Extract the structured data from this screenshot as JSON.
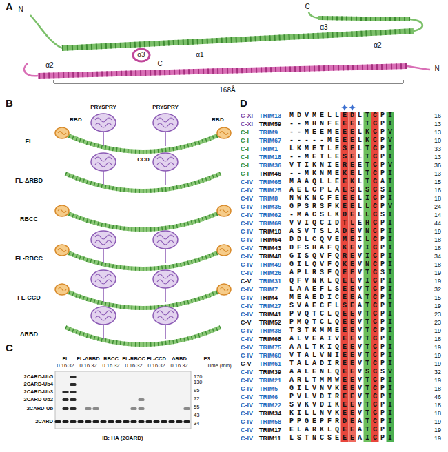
{
  "diagram": {
    "labels": [
      "A",
      "N",
      "C",
      "α3",
      "α2",
      "α3",
      "α1",
      "C",
      "α2",
      "N",
      "168Å",
      "B",
      "PRYSPRY",
      "RBD",
      "PRYSPRY",
      "RBD",
      "CCD",
      "FL",
      "FL-ΔRBD",
      "RBCC",
      "FL-RBCC",
      "FL-CCD",
      "ΔRBD",
      "C",
      "FL",
      "FL-ΔRBD",
      "RBCC",
      "FL-RBCC",
      "FL-CCD",
      "ΔRBD",
      "E3",
      "0 16 32",
      "0 16 32",
      "0 16 32",
      "0 16 32",
      "0 16 32",
      "0 16 32",
      "Time (min)",
      "170",
      "130",
      "95",
      "72",
      "55",
      "43",
      "34",
      "2CARD-Ub5",
      "2CARD-Ub4",
      "2CARD-Ub3",
      "2CARD-Ub2",
      "2CARD-Ub",
      "2CARD",
      "IB: HA (2CARD)",
      "D",
      "C-XI",
      "TRIM13",
      "MDVMELLEDLTCPI",
      "16",
      "C-XI",
      "TRIM59",
      "--MHNFEEELTCPI",
      "13",
      "C-I",
      "TRIM9",
      "--MEEMEEELKCPV",
      "13",
      "C-I",
      "TRIM67",
      "-----MEEELKCPV",
      "10",
      "C-I",
      "TRIM1",
      "LKMETLESELTCPI",
      "33",
      "C-I",
      "TRIM18",
      "--METLESELTCPI",
      "13",
      "C-I",
      "TRIM36",
      "VTIKNIEREETCPV",
      "36",
      "C-I",
      "TRIM46",
      "--MKNMEKELTCPI",
      "13",
      "C-IV",
      "TRIM65",
      "MAAQLLEEKLTCAI",
      "15",
      "C-IV",
      "TRIM25",
      "AELCPLAESLSCSI",
      "16",
      "C-IV",
      "TRIM8",
      "NWKNCFEEELICPI",
      "18",
      "C-IV",
      "TRIM35",
      "GPSRSFKEELLCPV",
      "24",
      "C-IV",
      "TRIM62",
      "-MACSLKDELLCSI",
      "14",
      "C-IV",
      "TRIM69",
      "VVIQCIDTLEHCPI",
      "44",
      "C-IV",
      "TRIM10",
      "ASVTSLADEVNCPI",
      "19",
      "C-IV",
      "TRIM64",
      "DDLCQVEMEILCPI",
      "18",
      "C-IV",
      "TRIM43",
      "DFSHAFQKEVICPI",
      "18",
      "C-IV",
      "TRIM48",
      "GISQVFQREVICPI",
      "34",
      "C-IV",
      "TRIM49",
      "GILQVFQKEVNCPI",
      "18",
      "C-IV",
      "TRIM26",
      "APLRSFQEEVTCSI",
      "19",
      "C-V",
      "TRIM31",
      "QFVNKLQEEVICPI",
      "19",
      "C-IV",
      "TRIM7",
      "LAAEFLSEEVTCPI",
      "32",
      "C-IV",
      "TRIM4",
      "MEAEDICEEATCPI",
      "15",
      "C-IV",
      "TRIM27",
      "SVAECFLSEATCPI",
      "19",
      "C-IV",
      "TRIM41",
      "PVQTCLQEEVTCPI",
      "23",
      "C-V",
      "TRIM52",
      "PMQTCLQEEVTCPI",
      "23",
      "C-IV",
      "TRIM38",
      "TSTKMMEEEVTCPI",
      "19",
      "C-IV",
      "TRIM68",
      "ALVEAIVEEVTCPI",
      "18",
      "C-IV",
      "TRIM75",
      "AALTKIQEEVTCPI",
      "19",
      "C-IV",
      "TRIM60",
      "VTALVNIEEVTCPI",
      "19",
      "C-V",
      "TRIM61",
      "TALADIREEVTCPI",
      "19",
      "C-IV",
      "TRIM39",
      "AALENLQEEVSCSV",
      "32",
      "C-IV",
      "TRIM21",
      "ARLTMMWEEVTCPI",
      "19",
      "C-IV",
      "TRIM5",
      "GILVNVKEEVTCPI",
      "18",
      "C-IV",
      "TRIM6",
      "PVLVDIREEVTCPI",
      "46",
      "C-IV",
      "TRIM22",
      "SVKVDIKEEVTCPI",
      "18",
      "C-IV",
      "TRIM34",
      "KILLNVKEEVTCPI",
      "18",
      "C-IV",
      "TRIM58",
      "PPGEPFRDEATCPI",
      "19",
      "C-IV",
      "TRIM17",
      "ELARKLQEEATCPI",
      "19",
      "C-IV",
      "TRIM11",
      "LSTNCSEEEAICPI",
      "19"
    ]
  }
}
